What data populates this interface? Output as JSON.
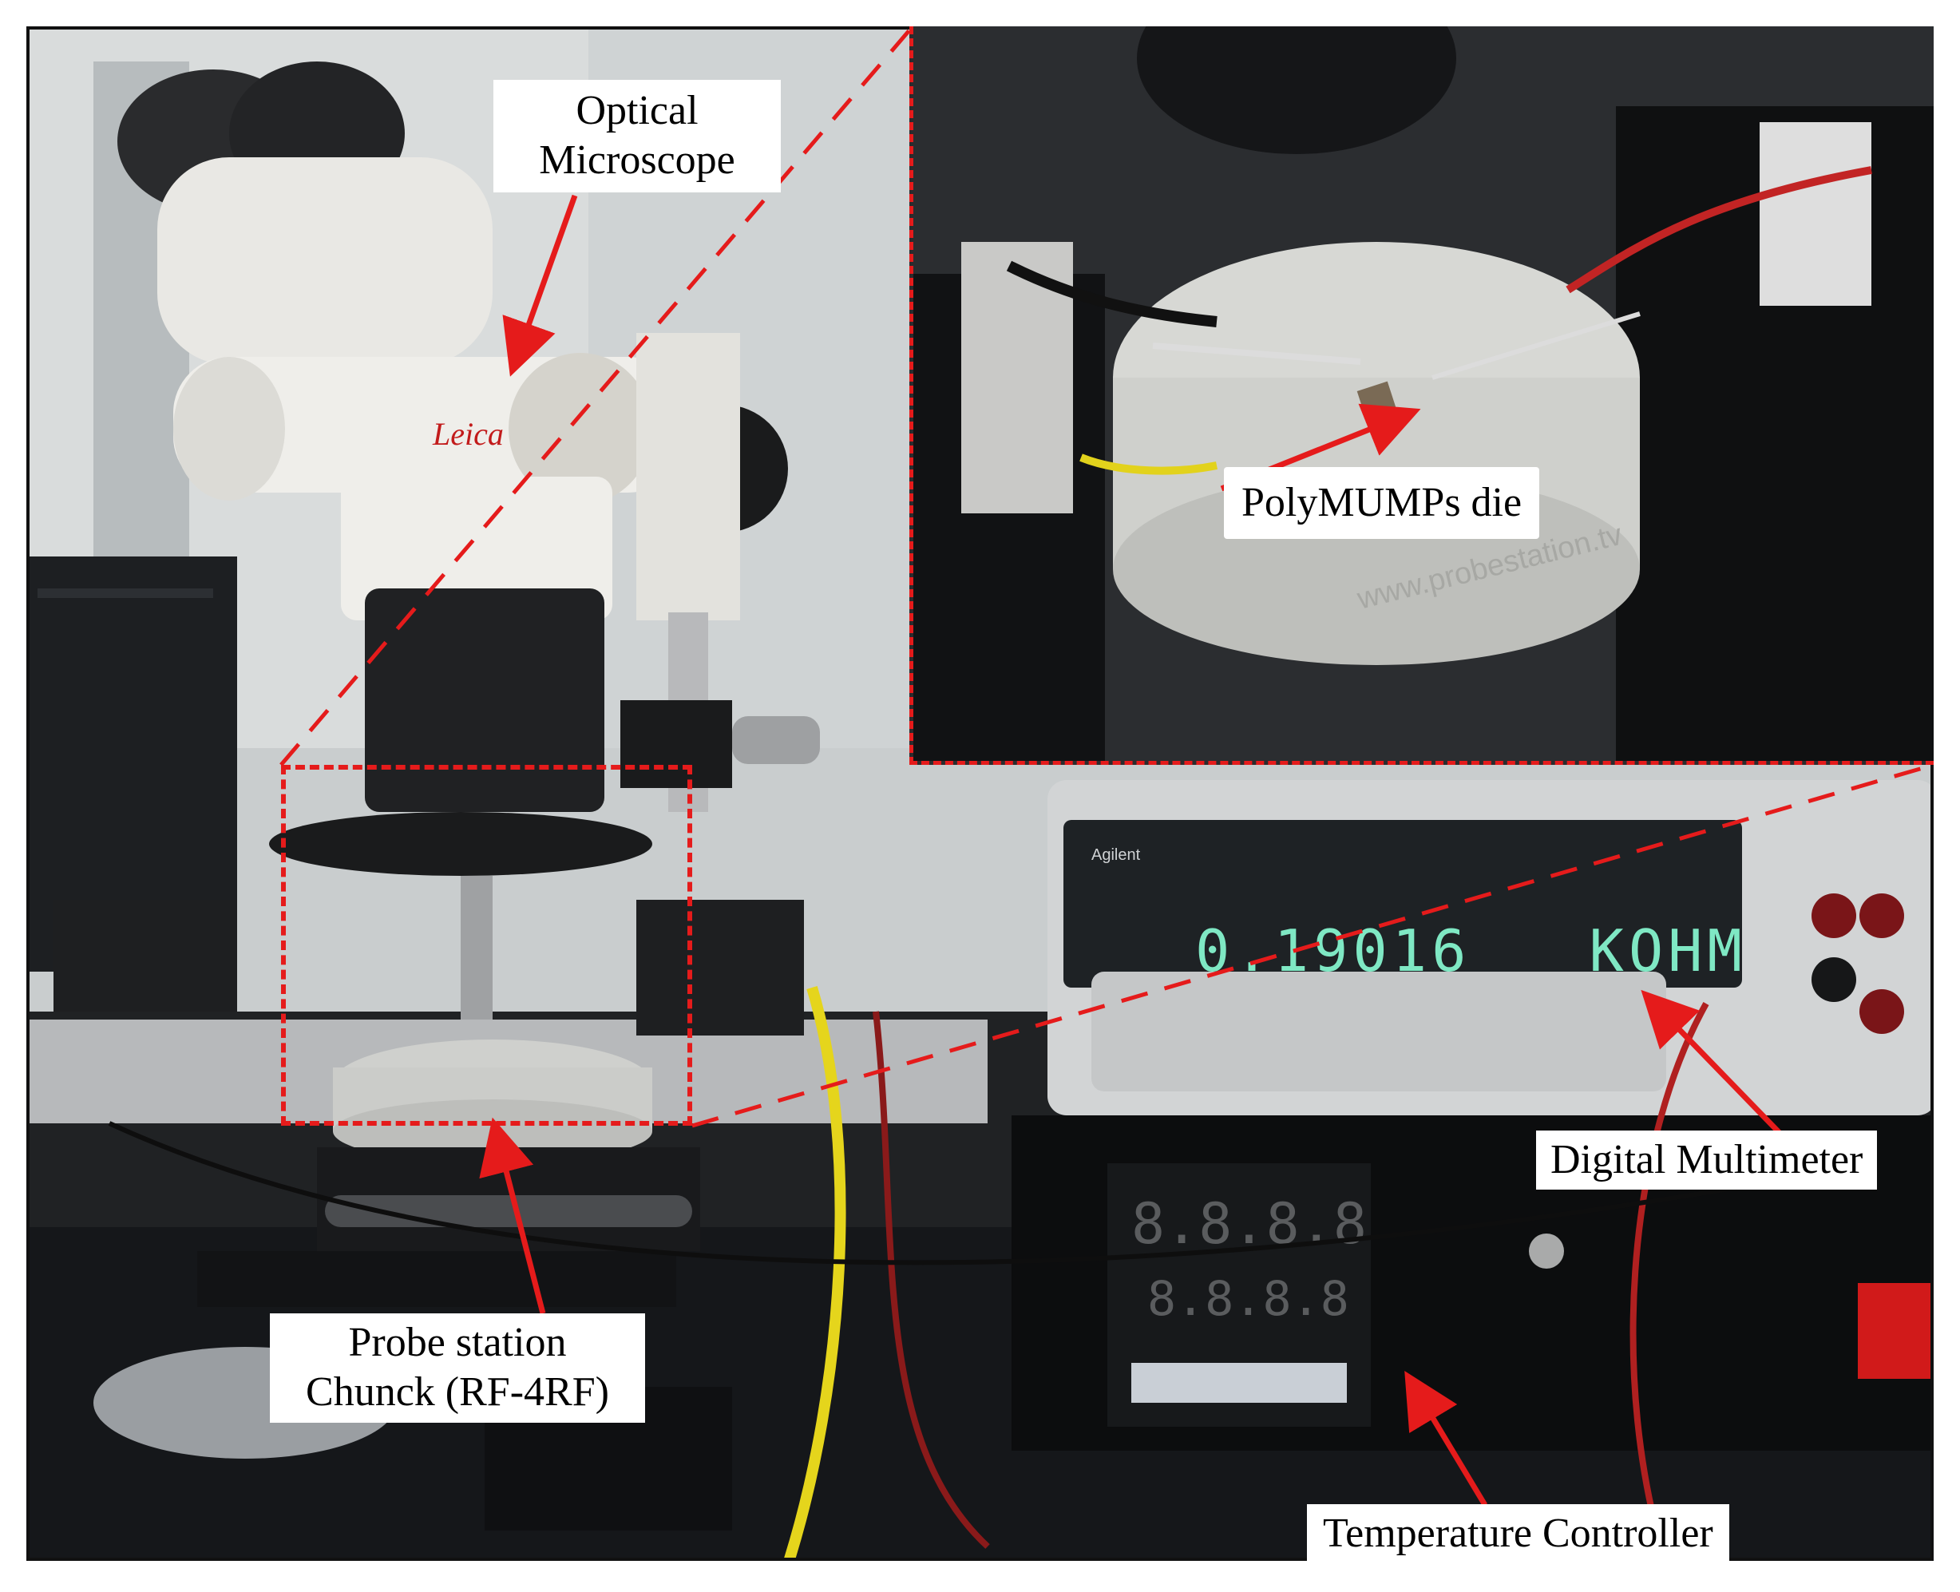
{
  "labels": {
    "optical_microscope_line1": "Optical",
    "optical_microscope_line2": "Microscope",
    "polymumps_die": "PolyMUMPs die",
    "probe_station_line1": "Probe station",
    "probe_station_line2": "Chunck (RF-4RF)",
    "digital_multimeter": "Digital Multimeter",
    "temperature_controller": "Temperature Controller"
  },
  "multimeter_display": {
    "reading": "0.19016",
    "unit": "KOHM"
  },
  "equipment_text": {
    "microscope_brand": "Leica",
    "multimeter_brand": "Agilent",
    "chuck_engraving": "www.probestation.tv"
  },
  "colors": {
    "annotation_red": "#e51b1b",
    "frame_black": "#111111",
    "display_green": "#7fe8c4"
  }
}
